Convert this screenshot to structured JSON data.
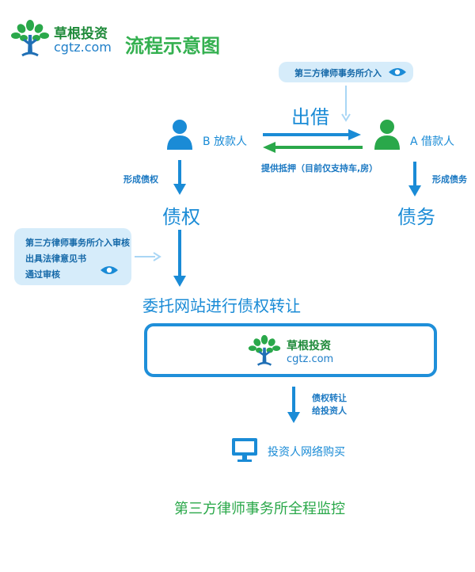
{
  "logo": {
    "cn": "草根投资",
    "en": "cgtz.com"
  },
  "title": "流程示意图",
  "lawyer_top": "第三方律师事务所介入",
  "lend": "出借",
  "person_b": "B 放款人",
  "person_a": "A 借款人",
  "collateral": "提供抵押（目前仅支持车,房）",
  "form_claim": "形成债权",
  "form_debt": "形成债务",
  "claim": "债权",
  "debt": "债务",
  "lawyer_review": [
    "第三方律师事务所介入审核",
    "出具法律意见书",
    "通过审核"
  ],
  "entrust": "委托网站进行债权转让",
  "transfer": [
    "债权转让",
    "给投资人"
  ],
  "investor": "投资人网络购买",
  "monitor": "第三方律师事务所全程监控",
  "colors": {
    "blue": "#1a8bd6",
    "green": "#2aa84a",
    "pill_bg": "#d6ecfa"
  }
}
